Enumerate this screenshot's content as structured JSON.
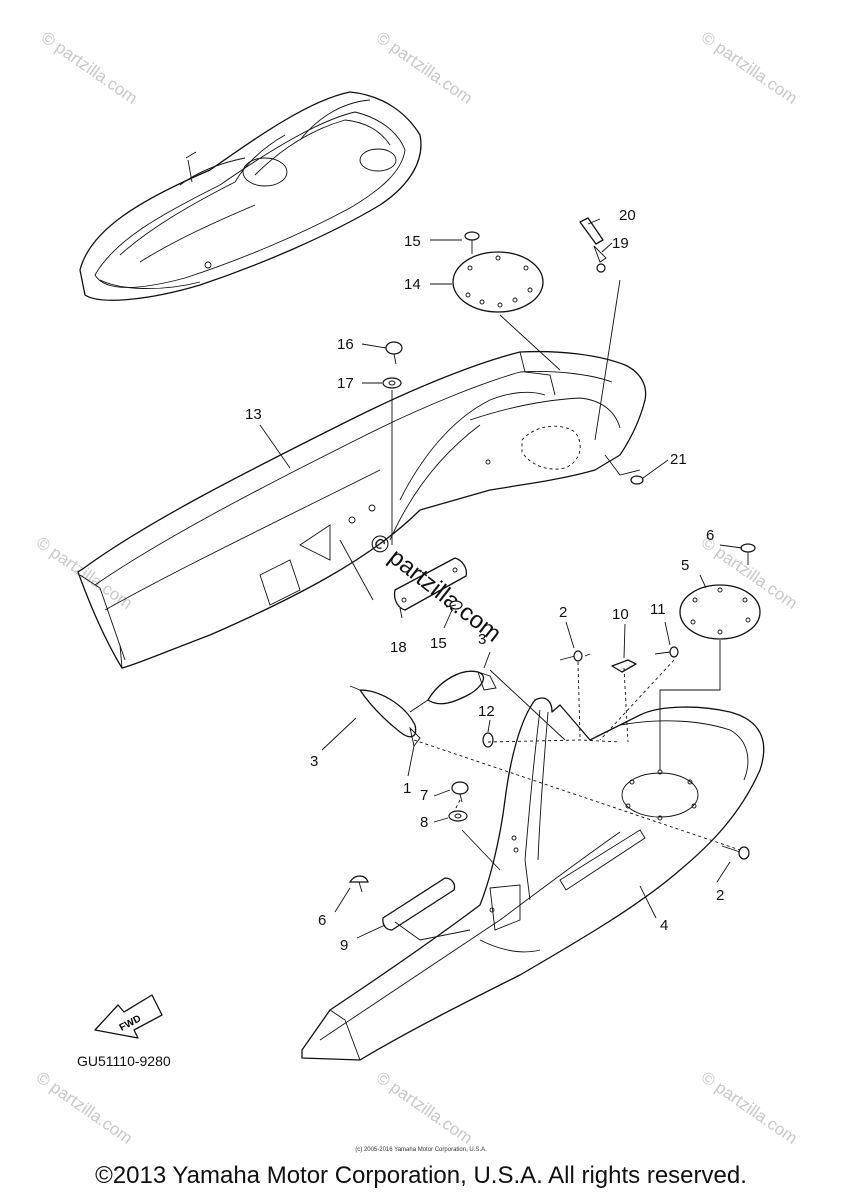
{
  "diagram_code": "GU51110-9280",
  "fwd_label": "FWD",
  "copyright": "©2013 Yamaha Motor Corporation, U.S.A. All rights reserved.",
  "small_copyright": "(c) 2005-2016 Yamaha Motor Corporation, U.S.A.",
  "watermark": "© partzilla.com",
  "watermark_center": "© partzilla.com",
  "callouts": {
    "c1": "1",
    "c2a": "2",
    "c2b": "2",
    "c3a": "3",
    "c3b": "3",
    "c4": "4",
    "c5": "5",
    "c6a": "6",
    "c6b": "6",
    "c7": "7",
    "c8": "8",
    "c9": "9",
    "c10": "10",
    "c11": "11",
    "c12": "12",
    "c13": "13",
    "c14": "14",
    "c15a": "15",
    "c15b": "15",
    "c16": "16",
    "c17": "17",
    "c18": "18",
    "c19": "19",
    "c20": "20",
    "c21": "21"
  }
}
